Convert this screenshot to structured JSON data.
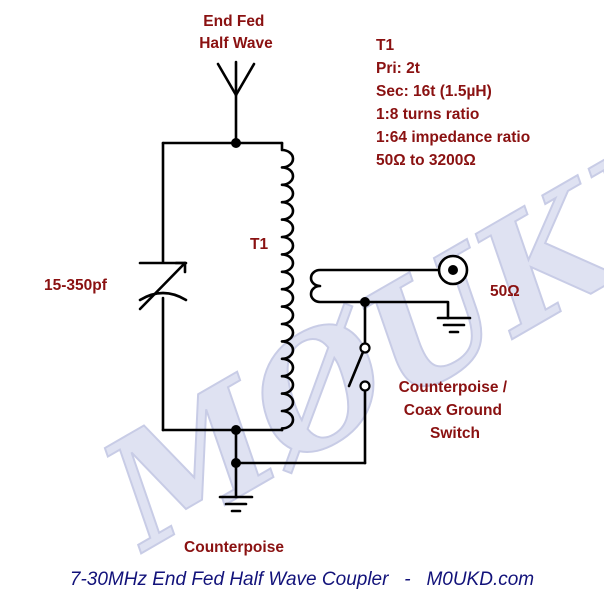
{
  "watermark": "MØUKD",
  "antenna_label": [
    "End Fed",
    "Half Wave"
  ],
  "transformer_specs": {
    "name": "T1",
    "lines": [
      "Pri: 2t",
      "Sec: 16t (1.5µH)",
      "1:8 turns ratio",
      "1:64 impedance ratio",
      "50Ω to 3200Ω"
    ]
  },
  "transformer_label": "T1",
  "capacitor_label": "15-350pf",
  "connector_label": "50Ω",
  "switch_label": [
    "Counterpoise /",
    "Coax Ground",
    "Switch"
  ],
  "counterpoise_label": "Counterpoise",
  "footer": "7-30MHz End Fed Half Wave Coupler   -   M0UKD.com"
}
